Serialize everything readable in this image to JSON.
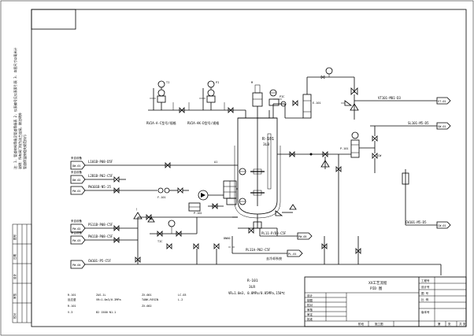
{
  "reactor": {
    "tag": "R-101",
    "sub": "3LB"
  },
  "upper_feed_labels": [
    "RV2A-A-C型号/规格",
    "RV2A-AK-D型号/规格"
  ],
  "left_streams": [
    {
      "tag": "DW-01",
      "line": "L101B-P08-D5F",
      "name": "来自设备"
    },
    {
      "tag": "DW-02",
      "line": "L2B1B-P02-C5F",
      "name": "来自设备"
    },
    {
      "tag": "PW-01",
      "line": "PW101B-N5-25",
      "name": ""
    },
    {
      "tag": "PW-02",
      "line": "PS11B-P08-C5F",
      "name": "来自设备"
    },
    {
      "tag": "PW-03",
      "line": "PW11B-P08-C5F",
      "name": "来自设备"
    },
    {
      "tag": "PW-04",
      "line": "CW101-P5-C5F",
      "name": ""
    }
  ],
  "right_streams": [
    {
      "tag": "VT-01",
      "line": "VT101-M01-D3"
    },
    {
      "tag": "SW-01",
      "line": "SL101-M5-D5"
    },
    {
      "tag": "CW-01",
      "line": "CW101-M5-D5"
    },
    {
      "tag": "PW-05",
      "line": "PL11-P/D3-C5F"
    },
    {
      "tag": "PL-01",
      "line": "PL11A-P02-C5F"
    }
  ],
  "instruments": [
    "TI 101",
    "PI 101",
    "TIC 101",
    "LI 101",
    "PIC 102",
    "TI 102"
  ],
  "equipment_note": {
    "tag": "R-101",
    "sub": "3LR",
    "spec": "VR=1.0m3, 0.0MPa/0.05MPa,150℃"
  },
  "legend": {
    "col1": [
      "R-101",
      "反应釜",
      "R-101",
      "V-3"
    ],
    "col2": [
      "ZAS-1L",
      "VR=1.0m3/0.3MPa",
      "B2 1500 N1-1"
    ],
    "col3": [
      "ZX-001",
      "TANK-RESIN",
      "ZX-002"
    ],
    "col4": [
      "LC-03",
      "L-2"
    ]
  },
  "side_strip": {
    "top_note": "注：1. 管道材料等级见管道等级表  2. 仪表编号见仪表索引表  3. 本图尺寸以毫米计",
    "labels": [
      "图号",
      "日期",
      "设计",
      "审核",
      "校对"
    ]
  },
  "title_block": {
    "drawing_title_1": "XX工艺流程",
    "drawing_title_2": "PID 图",
    "rows_left": [
      "设计",
      "制图",
      "校对",
      "审核",
      "审定",
      "批准"
    ],
    "right_rows": [
      "工程号",
      "设计号",
      "图 号",
      "比 例",
      "版本号"
    ],
    "bottom": [
      "阶段",
      "施工图",
      "第",
      "张",
      "共",
      "张"
    ]
  }
}
